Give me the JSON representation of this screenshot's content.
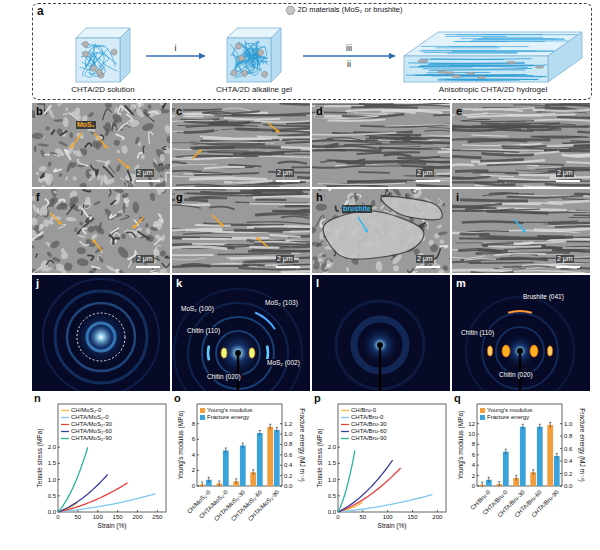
{
  "diagram": {
    "nodes": [
      {
        "text": [
          "a"
        ]
      },
      {
        "text": [
          "CHTA/2D solution"
        ],
        "in": 0
      },
      {
        "text": [
          "CHTA/2D alkaline gel"
        ],
        "in": 0
      },
      {
        "text": [
          "Anisotropic CHTA/2D hydrogel"
        ],
        "in": 0
      },
      {
        "text": [
          "b",
          "MoS₂",
          "2 μm"
        ]
      },
      {
        "text": [
          "c",
          "2 μm"
        ]
      },
      {
        "text": [
          "d",
          "2 μm"
        ]
      },
      {
        "text": [
          "e",
          "2 μm"
        ]
      },
      {
        "text": [
          "f",
          "2 μm"
        ]
      },
      {
        "text": [
          "g",
          "2 μm"
        ]
      },
      {
        "text": [
          "h",
          "brushite",
          "2 μm"
        ]
      },
      {
        "text": [
          "i",
          "2 μm"
        ]
      },
      {
        "text": [
          "j"
        ]
      },
      {
        "text": [
          "k",
          "MoS₂ (100)",
          "MoS₂ (103)",
          "Chitin (110)",
          "MoS₂ (002)",
          "Chitin (020)"
        ]
      },
      {
        "text": [
          "l"
        ]
      },
      {
        "text": [
          "m",
          "Brushite (041̄)",
          "Chitin (110)",
          "Chitin (020)"
        ]
      }
    ],
    "edges": [
      {
        "from": 1,
        "to": 2,
        "arrow": "to",
        "label": "i"
      },
      {
        "from": 2,
        "to": 3,
        "arrow": "to",
        "label": "iii"
      }
    ],
    "labels": [
      "ii",
      "n",
      "Tensile stress (MPa)",
      "Strain (%)",
      "0.0",
      "0.5",
      "1.0",
      "1.5",
      "2.0",
      "0",
      "50",
      "100",
      "150",
      "200",
      "250",
      "o",
      "Young's modulus (MPa)",
      "Fracture energy (MJ m⁻³)",
      "0",
      "2",
      "4",
      "6",
      "8",
      "0.0",
      "0.2",
      "0.4",
      "0.6",
      "0.8",
      "1.0",
      "1.2",
      "CH/MoS₂-0",
      "CHTA/MoS₂-0",
      "CHTA/MoS₂-30",
      "CHTA/MoS₂-60",
      "CHTA/MoS₂-90",
      "p",
      "Tensile stress (MPa)",
      "Strain (%)",
      "0.0",
      "0.5",
      "1.0",
      "1.5",
      "2.0",
      "0",
      "50",
      "100",
      "150",
      "200",
      "q",
      "Young's modulus (MPa)",
      "Fracture energy (MJ m⁻³)",
      "0",
      "2",
      "4",
      "6",
      "8",
      "10",
      "12",
      "0.0",
      "0.2",
      "0.4",
      "0.6",
      "0.8",
      "1.0",
      "CH/Bru-0",
      "CHTA/Bru-0",
      "CHTA/Bru-30",
      "CHTA/Bru-60",
      "CHTA/Bru-90"
    ],
    "legend": [
      {
        "text": "2D materials (MoS₂ or brushite)"
      },
      {
        "text": "CH/MoS₂-0"
      },
      {
        "text": "CHTA/MoS₂-0"
      },
      {
        "text": "CHTA/MoS₂-30"
      },
      {
        "text": "CHTA/MoS₂-60"
      },
      {
        "text": "CHTA/MoS₂-90"
      },
      {
        "text": "Young's modulus",
        "color": "#f39c3b"
      },
      {
        "text": "Fracture energy",
        "color": "#3ba3dc"
      },
      {
        "text": "CH/Bru-0"
      },
      {
        "text": "CHTA/Bru-0"
      },
      {
        "text": "CHTA/Bru-30"
      },
      {
        "text": "CHTA/Bru-60"
      },
      {
        "text": "CHTA/Bru-90"
      },
      {
        "text": "Young's modulus",
        "color": "#f39c3b"
      },
      {
        "text": "Fracture energy",
        "color": "#3ba3dc"
      }
    ]
  }
}
